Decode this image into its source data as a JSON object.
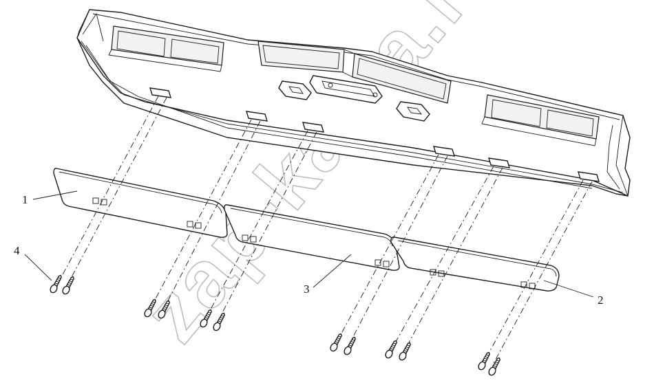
{
  "callouts": [
    {
      "id": "1",
      "label": "1"
    },
    {
      "id": "2",
      "label": "2"
    },
    {
      "id": "3",
      "label": "3"
    },
    {
      "id": "4",
      "label": "4"
    }
  ],
  "watermark": "zap-kama.ru",
  "colors": {
    "line": "#1a1a1a",
    "watermark": "#bdbdbd",
    "background": "#ffffff"
  }
}
